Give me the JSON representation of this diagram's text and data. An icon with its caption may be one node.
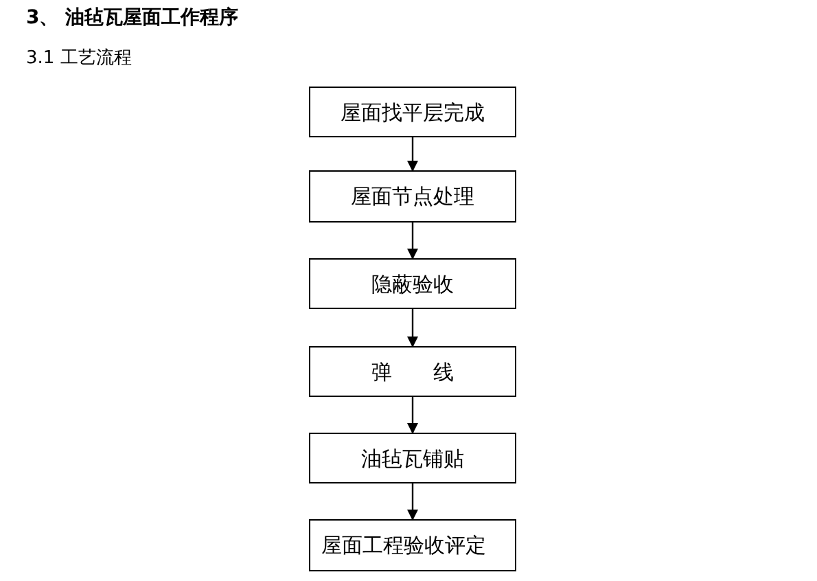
{
  "diagram": {
    "title": "3、 油毡瓦屋面工作程序",
    "nodes": [
      {
        "text": [
          "屋面找平层完成"
        ]
      },
      {
        "text": [
          "屋面节点处理"
        ]
      },
      {
        "text": [
          "隐蔽验收"
        ]
      },
      {
        "text": [
          "弹　　线"
        ]
      },
      {
        "text": [
          "油毡瓦铺贴"
        ]
      },
      {
        "text": [
          "屋面工程验收评定"
        ]
      }
    ],
    "edges": [
      {
        "from": 0,
        "to": 1,
        "arrow": "to"
      },
      {
        "from": 1,
        "to": 2,
        "arrow": "to"
      },
      {
        "from": 2,
        "to": 3,
        "arrow": "to"
      },
      {
        "from": 3,
        "to": 4,
        "arrow": "to"
      },
      {
        "from": 4,
        "to": 5,
        "arrow": "to"
      }
    ],
    "labels": [
      "3.1 工艺流程"
    ]
  }
}
